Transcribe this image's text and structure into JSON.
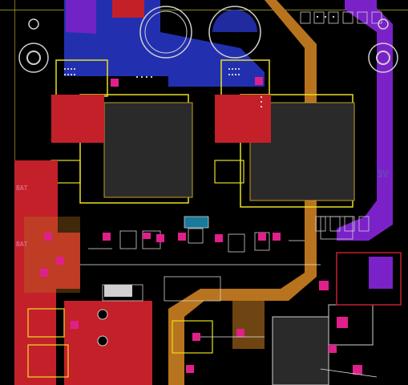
{
  "view": {
    "type": "pcb-layout-editor-canvas",
    "background": "#000000"
  },
  "layers": {
    "top_copper": "#c4202a",
    "bottom_copper": "#2230b0",
    "inner_purple": "#7a22c8",
    "inner_orange": "#b8731e",
    "silkscreen": "#e8e8e8",
    "outline": "#e8e020",
    "pad": "#c8a020",
    "via": "#d0d0d0",
    "component_magenta": "#e0208a"
  },
  "labels": {
    "right_net": "3V",
    "left_net_a": "BAT",
    "left_net_b": "BAT"
  }
}
